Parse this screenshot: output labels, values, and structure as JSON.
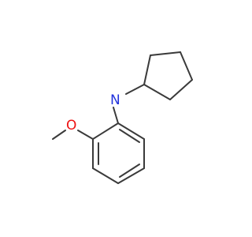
{
  "molecule": {
    "atoms": [
      {
        "id": "N",
        "label": "N",
        "color": "#2233dd"
      },
      {
        "id": "O",
        "label": "O",
        "color": "#ee1111"
      }
    ],
    "bond_color": "#3a3a3a"
  }
}
